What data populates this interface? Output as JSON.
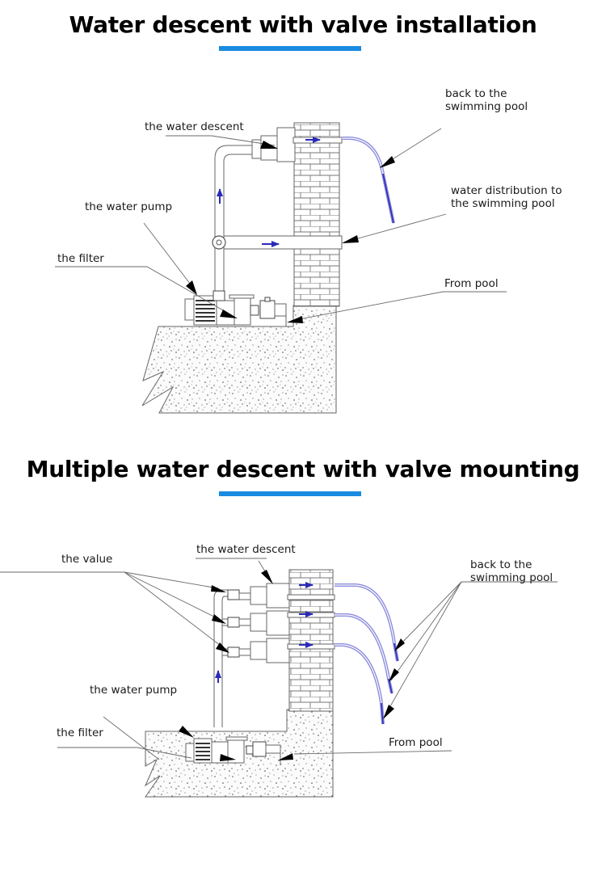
{
  "colors": {
    "accent_underline": "#1a8be0",
    "water_flow": "#2a2ab8",
    "water_stream": "#7f7fd8",
    "line": "#6a6a6a",
    "text": "#1a1a1a"
  },
  "sections": [
    {
      "title": "Water descent with valve installation",
      "labels": {
        "water_descent": "the water descent",
        "water_pump": "the water pump",
        "filter": "the filter",
        "back_to_pool": "back to the\nswimming pool",
        "water_distribution": "water distribution to\nthe swimming pool",
        "from_pool": "From pool"
      },
      "icons": [
        "flow-arrow-right",
        "flow-arrow-up",
        "flow-arrow-right",
        "pointer-arrow"
      ]
    },
    {
      "title": "Multiple water descent with valve  mounting",
      "labels": {
        "valve": "the value",
        "water_descent": "the water descent",
        "water_pump": "the water pump",
        "filter": "the filter",
        "back_to_pool": "back to the\nswimming pool",
        "from_pool": "From pool"
      },
      "icons": [
        "flow-arrow-right",
        "flow-arrow-right",
        "flow-arrow-right",
        "flow-arrow-up",
        "pointer-arrow"
      ]
    }
  ]
}
